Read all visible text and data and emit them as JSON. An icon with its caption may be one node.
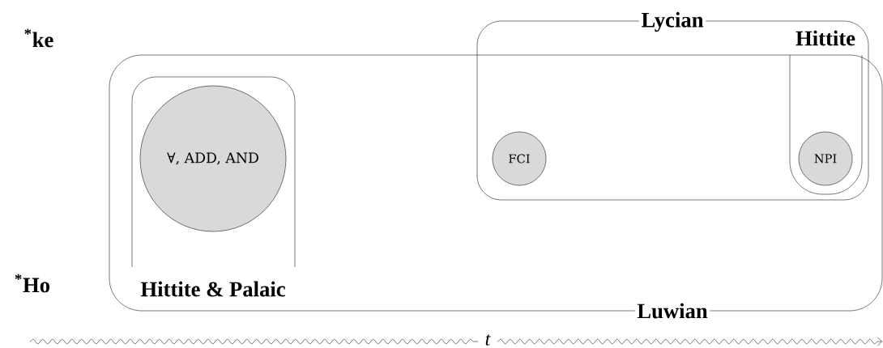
{
  "diagram": {
    "nodes": [
      {
        "text": [
          "Lycian"
        ]
      },
      {
        "text": [
          "Hittite"
        ],
        "in": 0
      },
      {
        "text": [
          "Luwian"
        ]
      },
      {
        "text": [
          "Hittite & Palaic"
        ],
        "in": 2
      },
      {
        "text": [
          "∀, ADD, AND"
        ],
        "in": 3
      },
      {
        "text": [
          "FCI"
        ],
        "in": 0
      },
      {
        "text": [
          "NPI"
        ],
        "in": 1
      }
    ],
    "labels": [
      "$^{*}$ke",
      "$^{*}$Ho",
      "t"
    ]
  }
}
